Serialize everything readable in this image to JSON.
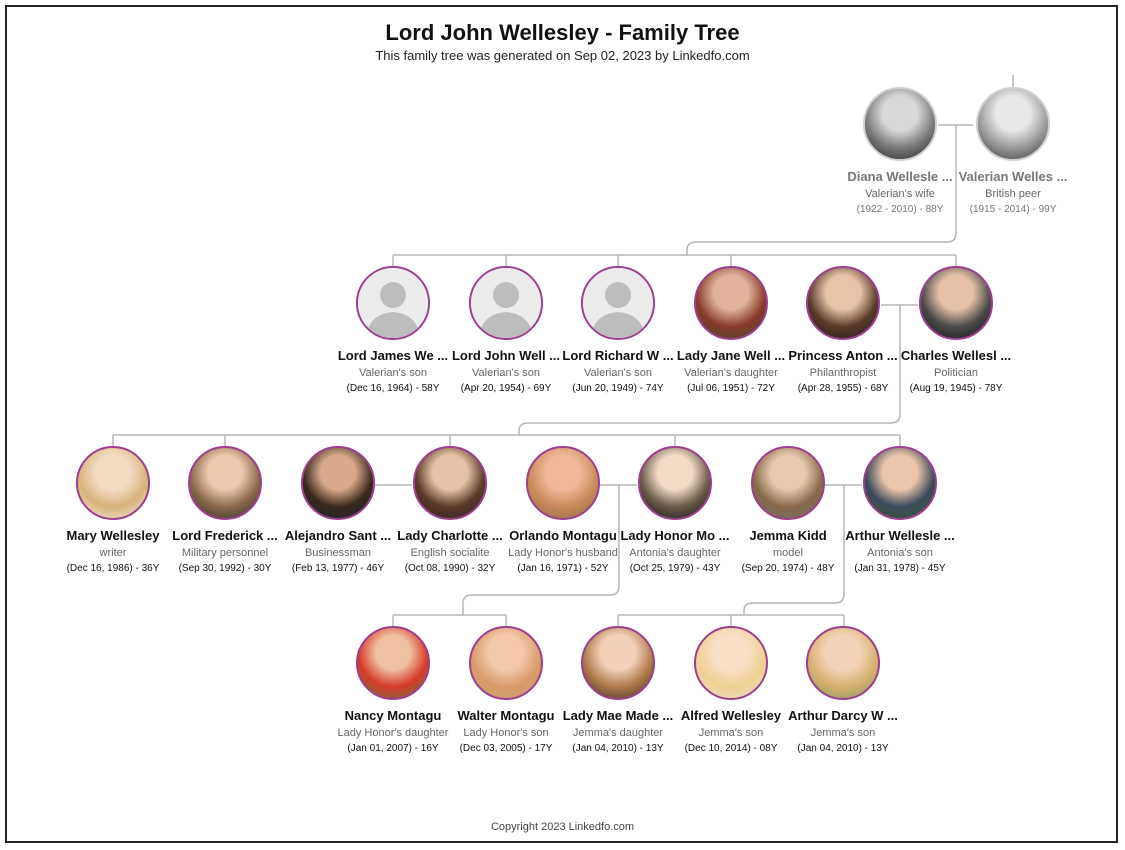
{
  "header": {
    "title": "Lord John Wellesley - Family Tree",
    "subtitle": "This family tree was generated on Sep 02, 2023 by Linkedfo.com"
  },
  "footer": {
    "copyright": "Copyright 2023 Linkedfo.com"
  },
  "colors": {
    "accent_border": "#9b3f8f",
    "line": "#b5b5b5"
  },
  "people": [
    {
      "name": "Diana Wellesle ...",
      "role": "Valerian's wife",
      "dates": "(1922 - 2010) - 88Y",
      "photo": "bw-woman-icon",
      "dim": true
    },
    {
      "name": "Valerian Welles ...",
      "role": "British peer",
      "dates": "(1915 - 2014) - 99Y",
      "photo": "bw-man-icon",
      "dim": true
    },
    {
      "name": "Lord James We ...",
      "role": "Valerian's son",
      "dates": "(Dec 16, 1964) - 58Y",
      "photo": "placeholder-avatar-icon"
    },
    {
      "name": "Lord John Well ...",
      "role": "Valerian's son",
      "dates": "(Apr 20, 1954) - 69Y",
      "photo": "placeholder-avatar-icon"
    },
    {
      "name": "Lord Richard W ...",
      "role": "Valerian's son",
      "dates": "(Jun 20, 1949) - 74Y",
      "photo": "placeholder-avatar-icon"
    },
    {
      "name": "Lady Jane Well ...",
      "role": "Valerian's daughter",
      "dates": "(Jul 06, 1951) - 72Y",
      "photo": "woman-red-hair-icon"
    },
    {
      "name": "Princess Anton ...",
      "role": "Philanthropist",
      "dates": "(Apr 28, 1955) - 68Y",
      "photo": "woman-portrait-icon"
    },
    {
      "name": "Charles Wellesl ...",
      "role": "Politician",
      "dates": "(Aug 19, 1945) - 78Y",
      "photo": "man-tuxedo-icon"
    },
    {
      "name": "Mary Wellesley",
      "role": "writer",
      "dates": "(Dec 16, 1986) - 36Y",
      "photo": "blonde-woman-icon"
    },
    {
      "name": "Lord Frederick ...",
      "role": "Military personnel",
      "dates": "(Sep 30, 1992) - 30Y",
      "photo": "young-man-icon"
    },
    {
      "name": "Alejandro Sant ...",
      "role": "Businessman",
      "dates": "(Feb 13, 1977) - 46Y",
      "photo": "man-suit-icon"
    },
    {
      "name": "Lady Charlotte ...",
      "role": "English socialite",
      "dates": "(Oct 08, 1990) - 32Y",
      "photo": "brunette-woman-icon"
    },
    {
      "name": "Orlando Montagu",
      "role": "Lady Honor's husband",
      "dates": "(Jan 16, 1971) - 52Y",
      "photo": "smiling-man-icon"
    },
    {
      "name": "Lady Honor Mo ...",
      "role": "Antonia's daughter",
      "dates": "(Oct 25, 1979) - 43Y",
      "photo": "woman-dark-bg-icon"
    },
    {
      "name": "Jemma Kidd",
      "role": "model",
      "dates": "(Sep 20, 1974) - 48Y",
      "photo": "woman-portrait-icon"
    },
    {
      "name": "Arthur Wellesle ...",
      "role": "Antonia's son",
      "dates": "(Jan 31, 1978) - 45Y",
      "photo": "man-suit-icon"
    },
    {
      "name": "Nancy Montagu",
      "role": "Lady Honor's daughter",
      "dates": "(Jan 01, 2007) - 16Y",
      "photo": "child-red-cap-icon"
    },
    {
      "name": "Walter Montagu",
      "role": "Lady Honor's son",
      "dates": "(Dec 03, 2005) - 17Y",
      "photo": "child-sunglasses-icon"
    },
    {
      "name": "Lady Mae Made ...",
      "role": "Jemma's daughter",
      "dates": "(Jan 04, 2010) - 13Y",
      "photo": "child-girl-icon"
    },
    {
      "name": "Alfred Wellesley",
      "role": "Jemma's son",
      "dates": "(Dec 10, 2014) - 08Y",
      "photo": "baby-icon"
    },
    {
      "name": "Arthur Darcy W ...",
      "role": "Jemma's son",
      "dates": "(Jan 04, 2010) - 13Y",
      "photo": "child-boy-icon"
    }
  ]
}
